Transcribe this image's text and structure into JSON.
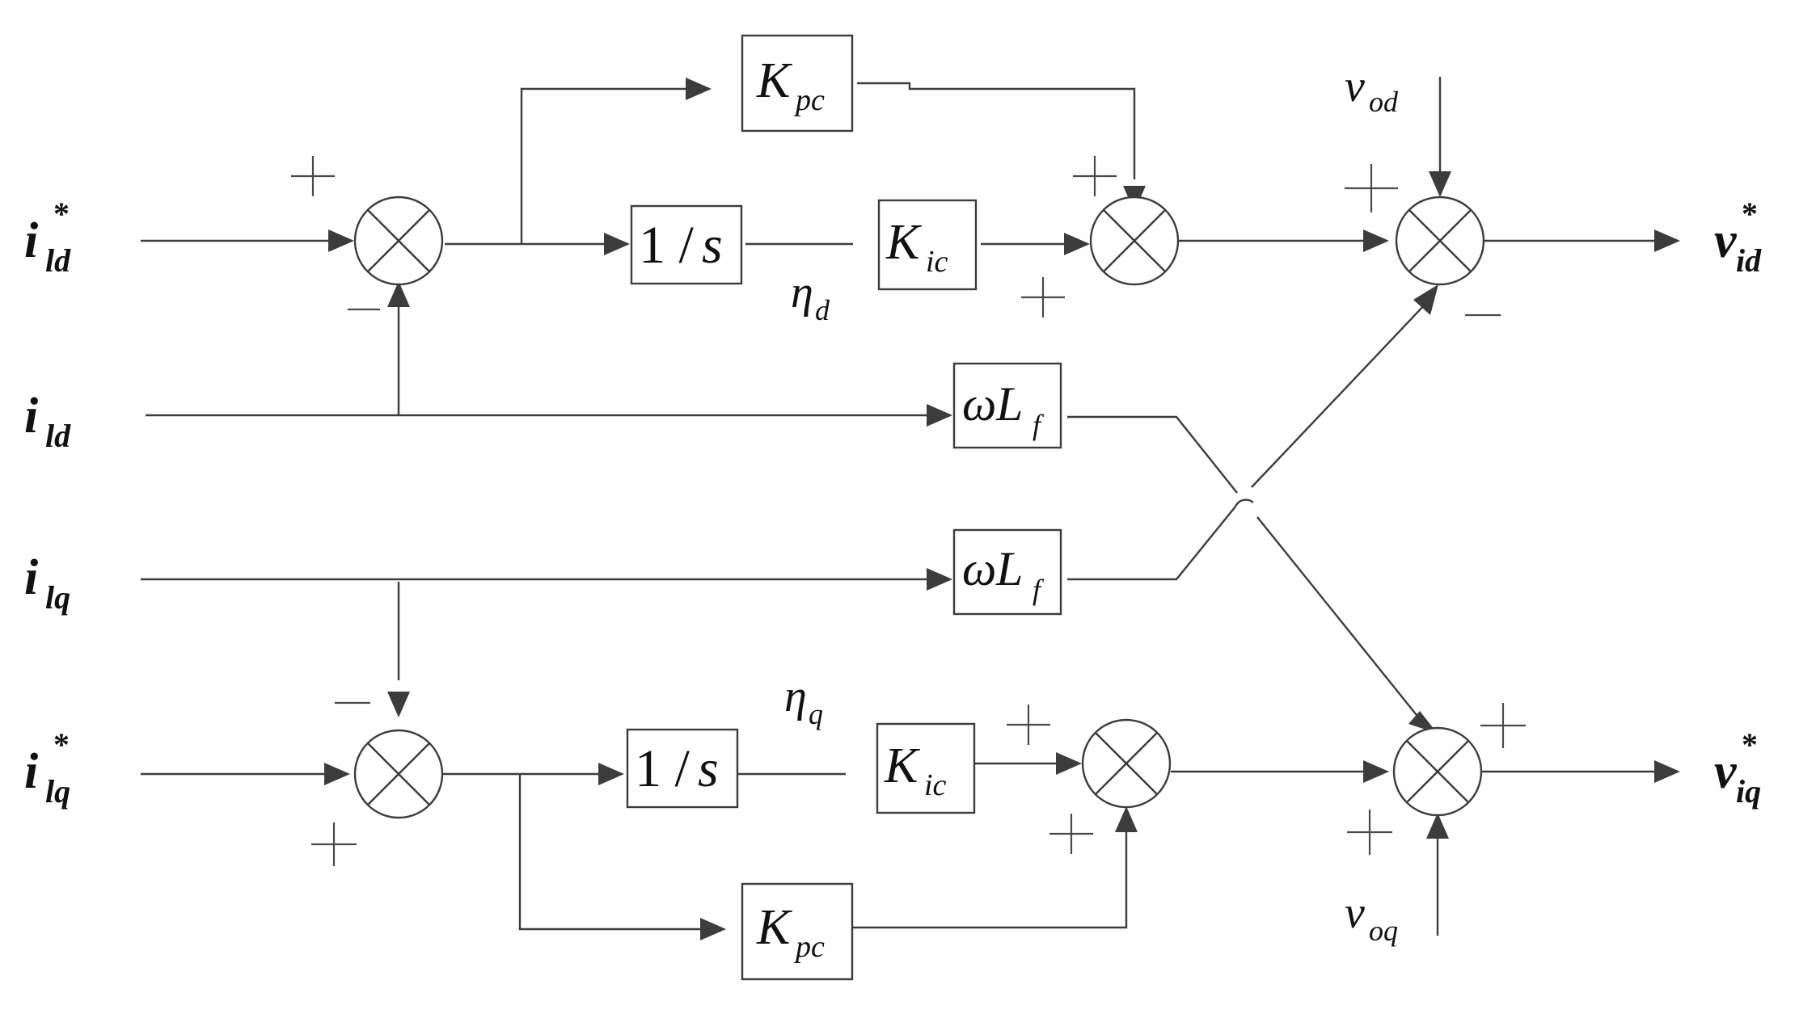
{
  "inputs": [
    {
      "id": "ild_ref",
      "base": "i",
      "sub": "ld",
      "sup": "*"
    },
    {
      "id": "ild",
      "base": "i",
      "sub": "ld",
      "sup": ""
    },
    {
      "id": "ilq",
      "base": "i",
      "sub": "lq",
      "sup": ""
    },
    {
      "id": "ilq_ref",
      "base": "i",
      "sub": "lq",
      "sup": "*"
    }
  ],
  "outputs": [
    {
      "id": "vid_ref",
      "base": "v",
      "sub": "id",
      "sup": "*"
    },
    {
      "id": "viq_ref",
      "base": "v",
      "sub": "iq",
      "sup": "*"
    }
  ],
  "feedforward": [
    {
      "id": "vod",
      "base": "v",
      "sub": "od"
    },
    {
      "id": "voq",
      "base": "v",
      "sub": "oq"
    }
  ],
  "states": [
    {
      "id": "eta_d",
      "base": "η",
      "sub": "d"
    },
    {
      "id": "eta_q",
      "base": "η",
      "sub": "q"
    }
  ],
  "blocks": {
    "kpc_top": {
      "base": "K",
      "sub": "pc"
    },
    "int_top": {
      "text": "1 / ",
      "var": "s"
    },
    "kic_top": {
      "base": "K",
      "sub": "ic"
    },
    "wlf_1": {
      "pre": "ω",
      "base": "L",
      "sub": "f"
    },
    "wlf_2": {
      "pre": "ω",
      "base": "L",
      "sub": "f"
    },
    "int_bot": {
      "text": "1 / ",
      "var": "s"
    },
    "kic_bot": {
      "base": "K",
      "sub": "ic"
    },
    "kpc_bot": {
      "base": "K",
      "sub": "pc"
    }
  },
  "signs": {
    "plus": "+",
    "minus": "−"
  }
}
